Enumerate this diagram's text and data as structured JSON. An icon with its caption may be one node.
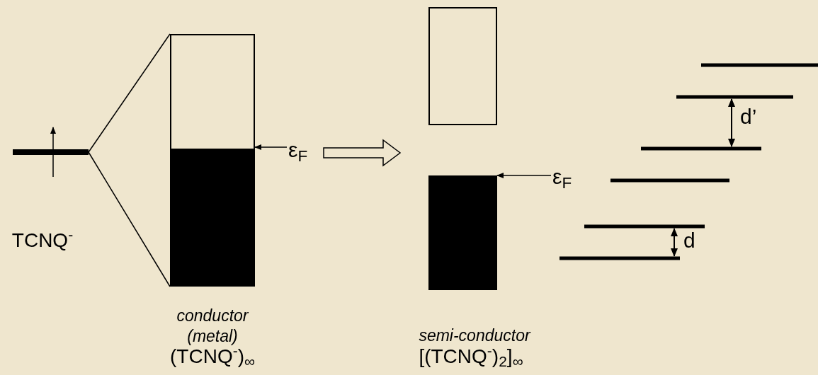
{
  "diagram": {
    "nodes": [
      {
        "text": [],
        "shape": "bar",
        "beside": [
          "TCNQ$^{-}$"
        ]
      },
      {
        "text": [],
        "shape": "box",
        "beside": [
          "conductor (metal)",
          "(TCNQ$^{-}$)$_{∞}$"
        ]
      },
      {
        "text": [
          "ε$_{F}$"
        ]
      },
      {
        "text": [],
        "shape": "box"
      },
      {
        "text": [],
        "shape": "box",
        "beside": [
          "semi-conductor",
          "[(TCNQ$^{-}$)$_{2}$]$_{∞}$"
        ]
      },
      {
        "text": [
          "ε$_{F}$"
        ]
      }
    ],
    "edges": [
      {
        "from": 0,
        "to": 1,
        "arrow": "none"
      },
      {
        "from": 0,
        "to": 1,
        "arrow": "none"
      },
      {
        "from": 2,
        "to": 1,
        "arrow": "to"
      },
      {
        "from": 2,
        "to": null,
        "arrow": "to"
      },
      {
        "from": 5,
        "to": 4,
        "arrow": "to"
      }
    ],
    "labels": [
      "d’",
      "d"
    ]
  }
}
